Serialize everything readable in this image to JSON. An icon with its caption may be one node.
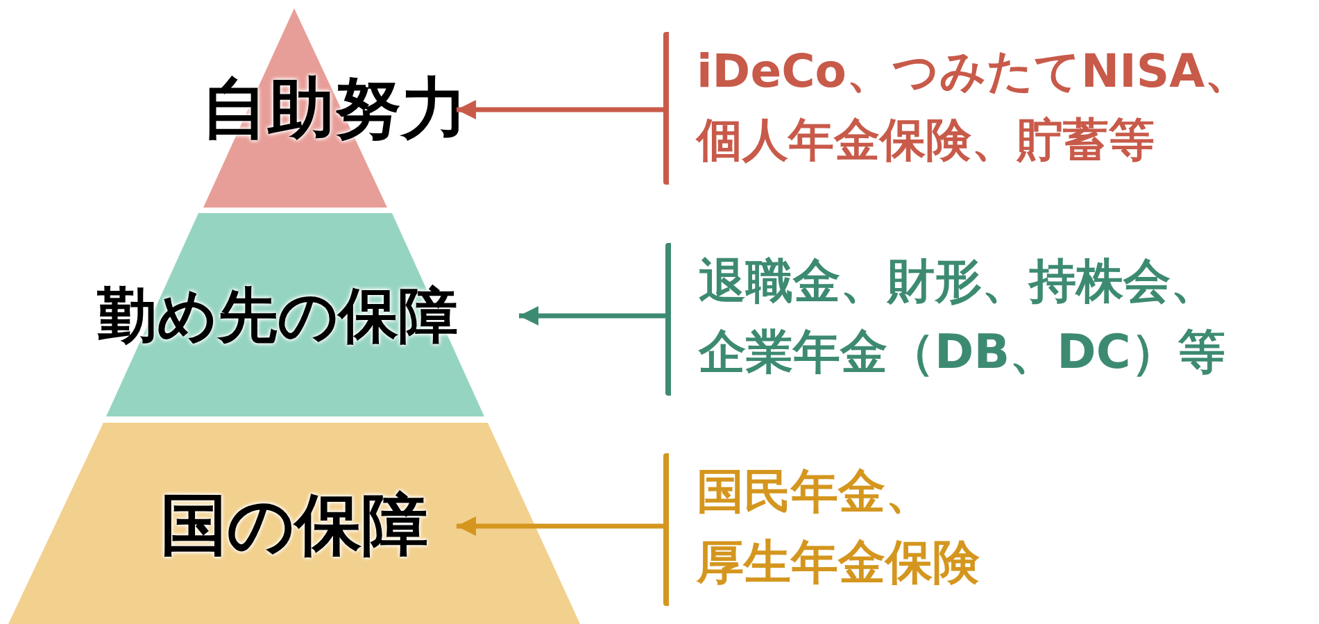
{
  "diagram": {
    "nodes": [
      {
        "text": [
          "自助努力"
        ]
      },
      {
        "text": [
          "勤め先の保障"
        ]
      },
      {
        "text": [
          "国の保障"
        ]
      },
      {
        "text": [
          "iDeCo、つみたてNISA、個人年金保険、貯蓄等"
        ]
      },
      {
        "text": [
          "退職金、財形、持株会、企業年金（DB、DC）等"
        ]
      },
      {
        "text": [
          "国民年金、厚生年金保険"
        ]
      }
    ],
    "edges": [
      {
        "from": 3,
        "to": 0,
        "arrow": "to",
        "color": "#c85a4a"
      },
      {
        "from": 4,
        "to": 1,
        "arrow": "to",
        "color": "#3d8a72"
      },
      {
        "from": 5,
        "to": 2,
        "arrow": "to",
        "color": "#d4961e"
      }
    ]
  }
}
